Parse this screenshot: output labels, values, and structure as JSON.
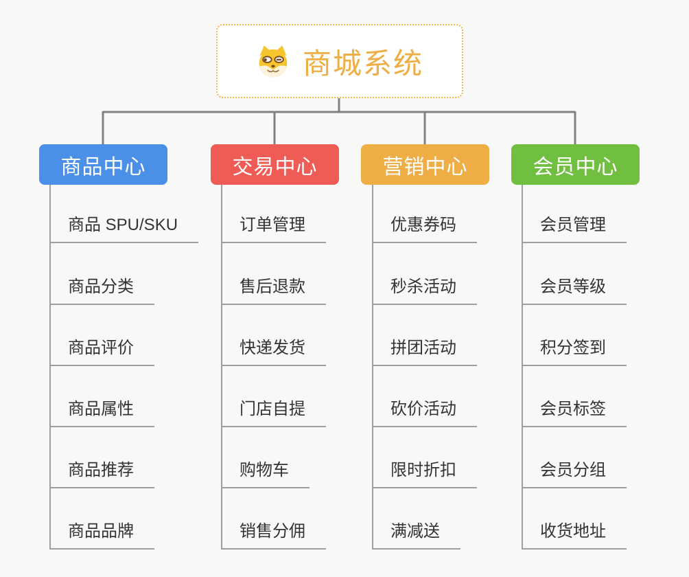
{
  "root": {
    "title": "商城系统",
    "icon": "doge-icon",
    "title_color": "#efad43",
    "border_color": "#f5b54a",
    "background": "#ffffff"
  },
  "branches": [
    {
      "label": "商品中心",
      "color": "#4a90e8",
      "children": [
        "商品 SPU/SKU",
        "商品分类",
        "商品评价",
        "商品属性",
        "商品推荐",
        "商品品牌"
      ]
    },
    {
      "label": "交易中心",
      "color": "#ef5b55",
      "children": [
        "订单管理",
        "售后退款",
        "快递发货",
        "门店自提",
        "购物车",
        "销售分佣"
      ]
    },
    {
      "label": "营销中心",
      "color": "#efae45",
      "children": [
        "优惠券码",
        "秒杀活动",
        "拼团活动",
        "砍价活动",
        "限时折扣",
        "满减送"
      ]
    },
    {
      "label": "会员中心",
      "color": "#71bf41",
      "children": [
        "会员管理",
        "会员等级",
        "积分签到",
        "会员标签",
        "会员分组",
        "收货地址"
      ]
    }
  ],
  "colors": {
    "canvas_background": "#f8f8f7",
    "connector_line": "#808080",
    "child_rail_line": "#9e9e9e",
    "leaf_text": "#333333",
    "header_text": "#ffffff"
  }
}
